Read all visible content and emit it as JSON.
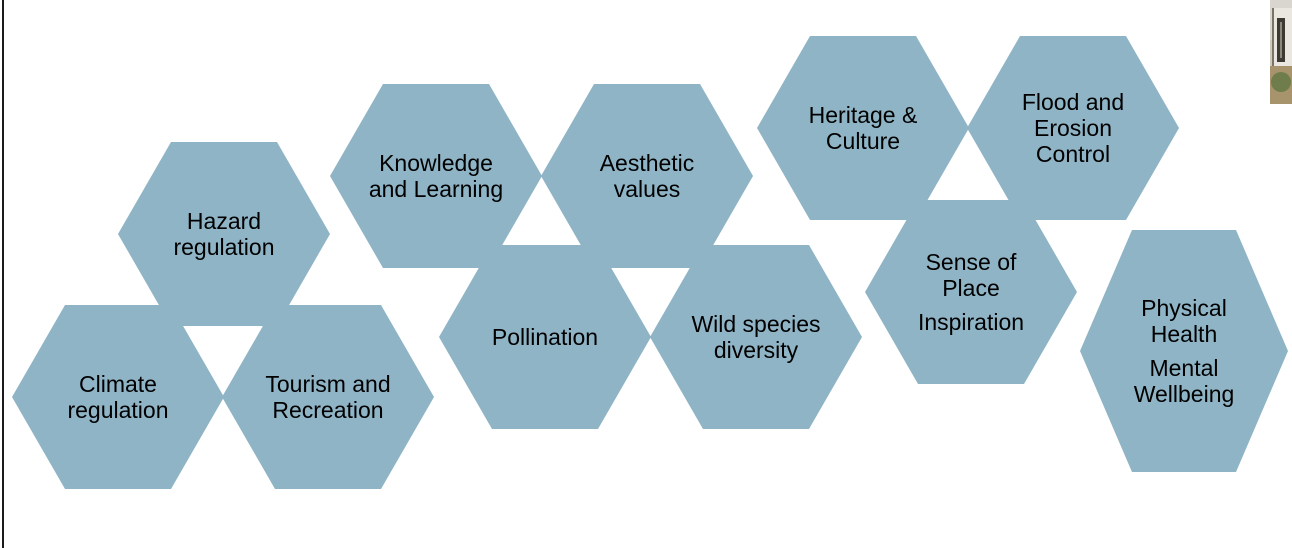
{
  "diagram": {
    "fill_color": "#8eb4c6",
    "text_color": "#000000",
    "hexagons": {
      "climate": {
        "lines": [
          "Climate",
          "regulation"
        ]
      },
      "tourism": {
        "lines": [
          "Tourism and",
          "Recreation"
        ]
      },
      "hazard": {
        "lines": [
          "Hazard",
          "regulation"
        ]
      },
      "knowledge": {
        "lines": [
          "Knowledge",
          "and Learning"
        ]
      },
      "aesthetic": {
        "lines": [
          "Aesthetic",
          "values"
        ]
      },
      "pollination": {
        "lines": [
          "Pollination"
        ]
      },
      "wild": {
        "lines": [
          "Wild species",
          "diversity"
        ]
      },
      "heritage": {
        "lines": [
          "Heritage &",
          "Culture"
        ]
      },
      "flood": {
        "lines": [
          "Flood and",
          "Erosion",
          "Control"
        ]
      },
      "sense": {
        "lines": [
          "Sense of",
          "Place",
          "Inspiration"
        ]
      },
      "physical": {
        "lines": [
          "Physical",
          "Health",
          "Mental",
          "Wellbeing"
        ]
      }
    }
  }
}
